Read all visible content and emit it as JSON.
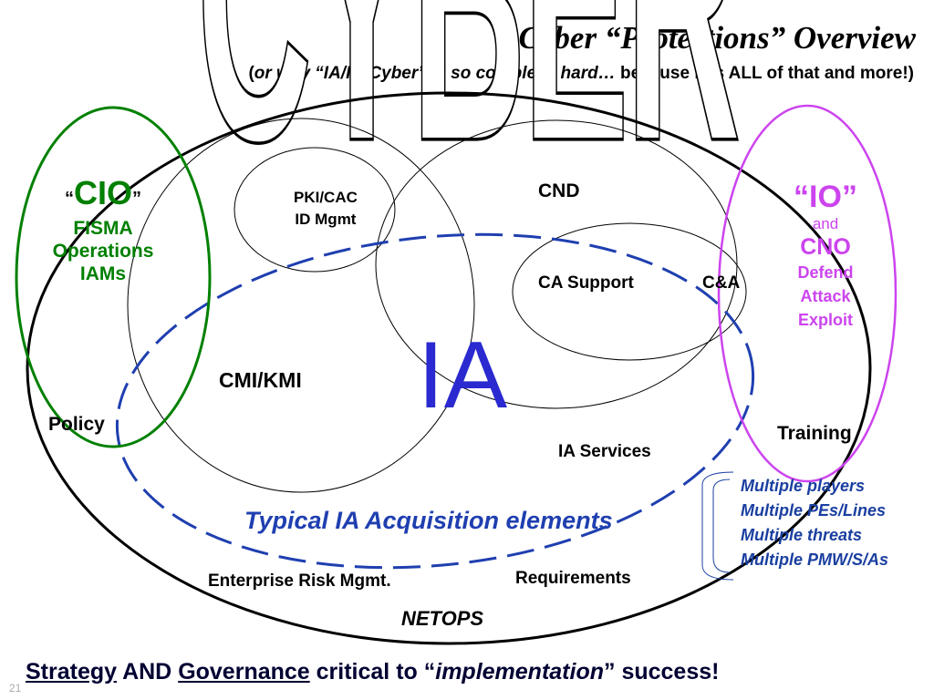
{
  "title": "Cyber “Protections” Overview",
  "subtitle": {
    "open": "(",
    "italic": "or why “IA/IO/Cyber” is so complex / hard…",
    "rest": " because it is ALL of that and more!)"
  },
  "background_word": "“CYBER”",
  "cio_group": {
    "quote_open": "“",
    "title": "CIO",
    "quote_close": "”",
    "items": [
      "FISMA",
      "Operations",
      "IAMs"
    ]
  },
  "io_group": {
    "title": "“IO”",
    "and": "and",
    "cno": "CNO",
    "items": [
      "Defend",
      "Attack",
      "Exploit"
    ]
  },
  "ia_center": "IA",
  "labels": {
    "pki_line1": "PKI/CAC",
    "pki_line2": "ID Mgmt",
    "cnd": "CND",
    "ca_support": "CA Support",
    "c_and_a": "C&A",
    "cmi_kmi": "CMI/KMI",
    "policy": "Policy",
    "training": "Training",
    "ia_services": "IA Services",
    "acquisition": "Typical IA Acquisition elements",
    "enterprise_risk": "Enterprise Risk Mgmt.",
    "requirements": "Requirements",
    "netops": "NETOPS"
  },
  "players": [
    "Multiple players",
    "Multiple PEs/Lines",
    "Multiple threats",
    "Multiple PMW/S/As"
  ],
  "footer": {
    "strategy": "Strategy",
    "and": " AND ",
    "governance": "Governance",
    "critical": " critical to “",
    "implementation": "implementation",
    "success": "” success!"
  },
  "page_number": "21",
  "colors": {
    "green": "#008000",
    "purple": "#cc44ee",
    "blue_dash": "#1f3fb0",
    "ia_blue": "#2a2ad0",
    "players_blue": "#1a3fa0"
  }
}
